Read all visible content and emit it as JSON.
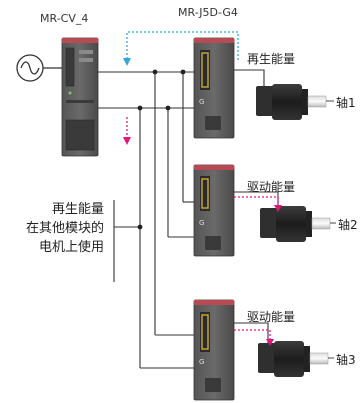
{
  "converter": {
    "model": "MR-CV_4"
  },
  "amplifier": {
    "model": "MR-J5D-G4"
  },
  "energy_labels": {
    "regen": "再生能量",
    "drive_axis2": "驱动能量",
    "drive_axis3": "驱动能量"
  },
  "note": {
    "line1": "再生能量",
    "line2": "在其他模块的",
    "line3": "电机上使用"
  },
  "axes": {
    "axis1": "轴1",
    "axis2": "轴2",
    "axis3": "轴3"
  },
  "colors": {
    "module_red": "#b84a55",
    "module_dark": "#4b4b4b",
    "flow_cyan": "#36a3d6",
    "flow_magenta": "#e3177b",
    "motor_dark": "#2a2a2a",
    "bus_line": "#333333"
  }
}
